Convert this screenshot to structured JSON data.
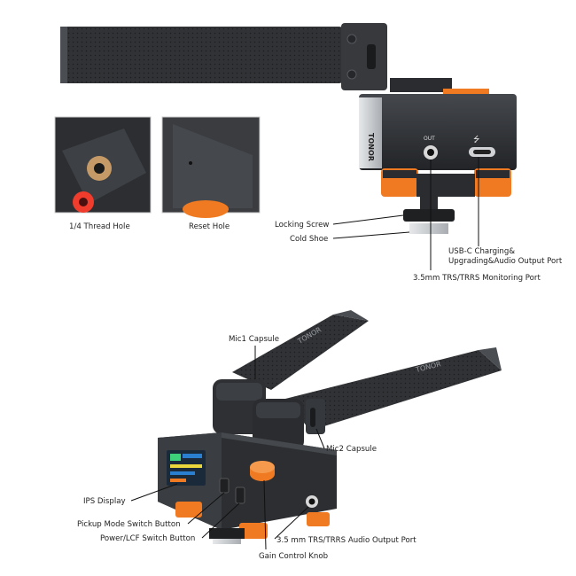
{
  "labels": {
    "thread_hole": "1/4 Thread Hole",
    "reset_hole": "Reset Hole",
    "locking_screw": "Locking Screw",
    "cold_shoe": "Cold Shoe",
    "usbc_line1": "USB-C Charging&",
    "usbc_line2": "Upgrading&Audio Output Port",
    "monitor_port": "3.5mm TRS/TRRS Monitoring Port",
    "mic1": "Mic1 Capsule",
    "mic2": "Mic2 Capsule",
    "ips_display": "IPS Display",
    "pickup_mode": "Pickup Mode Switch Button",
    "power_lcf": "Power/LCF Switch Button",
    "audio_output": "3.5 mm TRS/TRRS Audio Output Port",
    "gain_knob": "Gain Control Knob"
  },
  "device_text": {
    "out_port": "OUT",
    "usb_symbol": "⭍",
    "brand_mic1": "TONOR",
    "brand_mic2": "TONOR"
  },
  "colors": {
    "body_dark": "#2b2d30",
    "body_mid": "#3a3d41",
    "accent_orange": "#f07a22",
    "metal": "#c9ccd0",
    "screen_blue": "#2b7fd0"
  }
}
